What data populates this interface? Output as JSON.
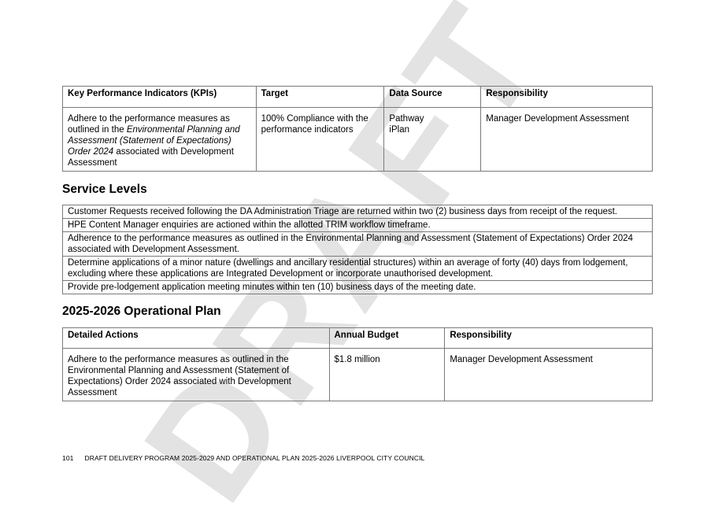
{
  "kpi_table": {
    "headers": [
      "Key Performance Indicators (KPIs)",
      "Target",
      "Data Source",
      "Responsibility"
    ],
    "row": {
      "kpi_pre": "Adhere to the performance measures as outlined in the ",
      "kpi_italic": "Environmental Planning and Assessment (Statement of Expectations) Order 2024",
      "kpi_post": " associated with Development Assessment",
      "target": "100% Compliance with the performance indicators",
      "data_source_1": "Pathway",
      "data_source_2": "iPlan",
      "responsibility": "Manager Development Assessment"
    }
  },
  "service_levels": {
    "heading": "Service Levels",
    "rows": [
      "Customer Requests received following the DA Administration Triage are returned within two (2) business days from receipt of the request.",
      "HPE Content Manager enquiries are actioned within the allotted TRIM workflow timeframe.",
      "Adherence to the performance measures as outlined in the Environmental Planning and Assessment (Statement of Expectations) Order 2024 associated with Development Assessment.",
      "Determine applications of a minor nature (dwellings and ancillary residential structures) within an average of forty (40) days from lodgement, excluding where these applications are Integrated Development or incorporate unauthorised development.",
      "Provide pre-lodgement application meeting minutes within ten (10) business days of the meeting date."
    ]
  },
  "operational_plan": {
    "heading": "2025-2026 Operational Plan",
    "headers": [
      "Detailed Actions",
      "Annual Budget",
      "Responsibility"
    ],
    "row": {
      "action": "Adhere to the performance measures as outlined in the Environmental Planning and Assessment (Statement of Expectations) Order 2024 associated with Development Assessment",
      "budget": "$1.8 million",
      "responsibility": "Manager Development Assessment"
    }
  },
  "footer": {
    "page_number": "101",
    "text": "DRAFT DELIVERY PROGRAM 2025-2029 AND OPERATIONAL PLAN 2025-2026 LIVERPOOL CITY COUNCIL"
  },
  "watermark": {
    "text": "DRAFT",
    "color": "#e3e3e3"
  }
}
